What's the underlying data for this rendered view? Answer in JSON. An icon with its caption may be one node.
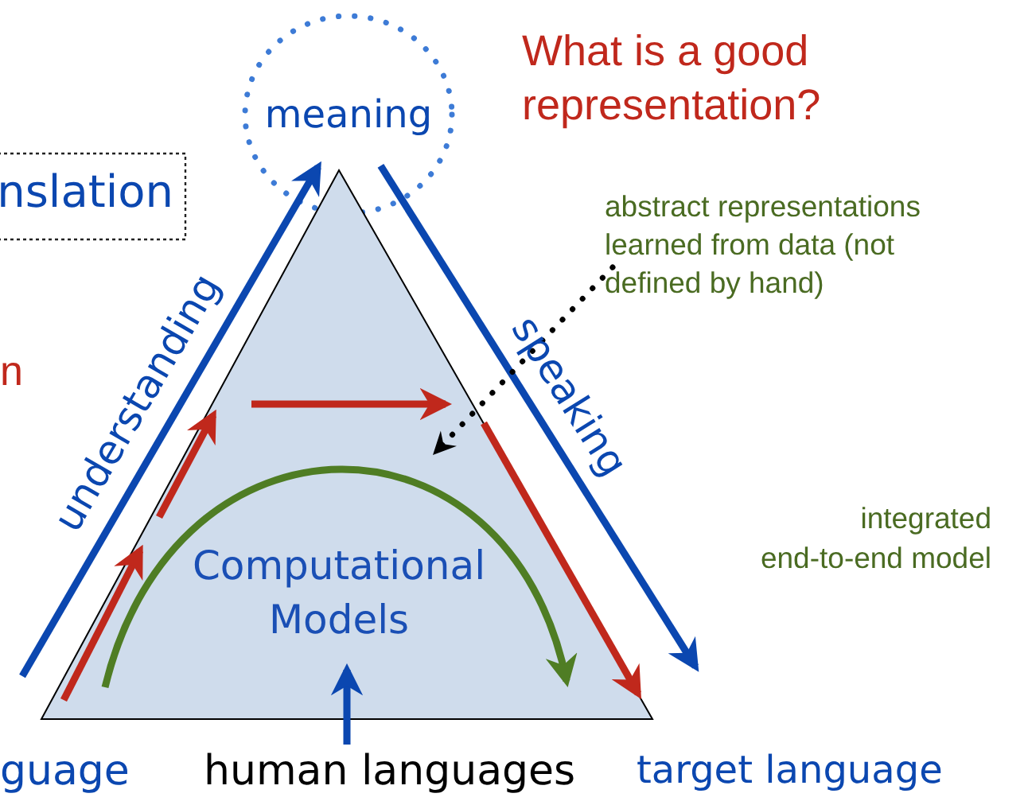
{
  "diagram": {
    "nodes": [
      {
        "text": [
          "meaning"
        ]
      },
      {
        "text": [
          "Computational Models"
        ]
      },
      {
        "text": [
          "nslation"
        ]
      },
      {
        "text": [
          "human languages"
        ]
      },
      {
        "text": [
          "guage"
        ]
      },
      {
        "text": [
          "target language"
        ]
      },
      {
        "text": [
          "abstract representations learned from data (not defined by hand)"
        ]
      }
    ],
    "edges": [
      {
        "from": null,
        "to": 0,
        "arrow": "to",
        "label": "understanding"
      },
      {
        "from": 0,
        "to": null,
        "arrow": "to",
        "label": "speaking"
      },
      {
        "from": 3,
        "to": 1,
        "arrow": "to"
      },
      {
        "from": 6,
        "to": 1,
        "arrow": "to",
        "style": "dashed",
        "color": "#000000"
      }
    ],
    "labels": [
      "What is a good representation?",
      "n",
      "integrated end-to-end model"
    ]
  }
}
